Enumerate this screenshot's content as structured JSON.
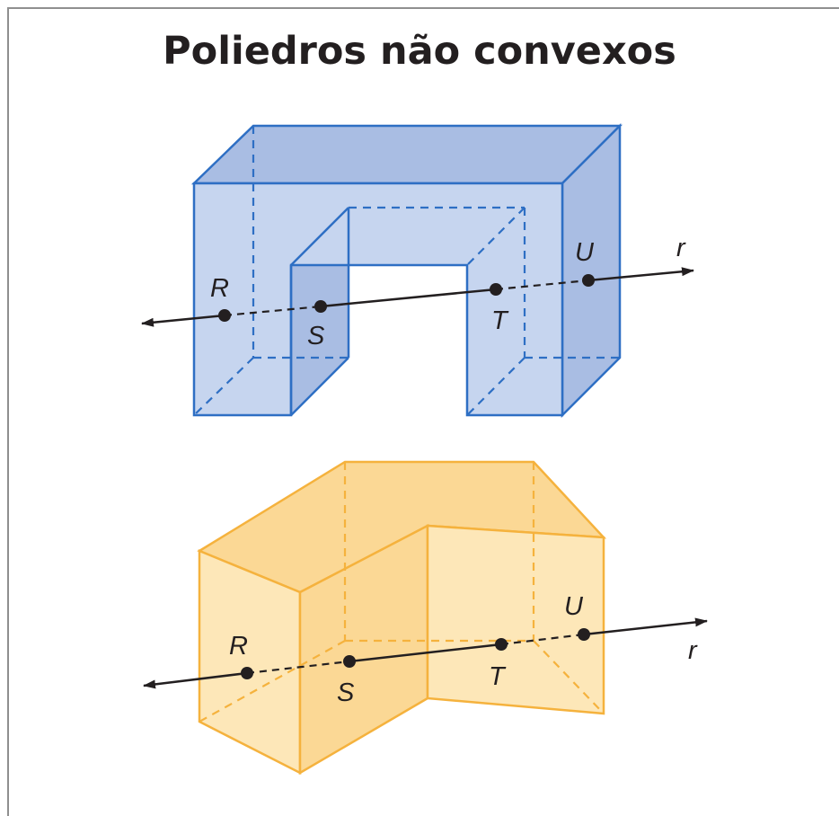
{
  "title": "Poliedros não convexos",
  "colors": {
    "blue_fill": "#c6d5ef",
    "blue_dark": "#a9bde3",
    "blue_edge": "#2e6fc4",
    "orange_fill": "#fde7b8",
    "orange_dark": "#fbd895",
    "orange_edge": "#f5b23d",
    "line": "#231f20"
  },
  "figures": [
    {
      "name": "u-shaped-prism",
      "labels": {
        "R": "R",
        "S": "S",
        "T": "T",
        "U": "U",
        "r": "r"
      }
    },
    {
      "name": "chevron-prism",
      "labels": {
        "R": "R",
        "S": "S",
        "T": "T",
        "U": "U",
        "r": "r"
      }
    }
  ]
}
